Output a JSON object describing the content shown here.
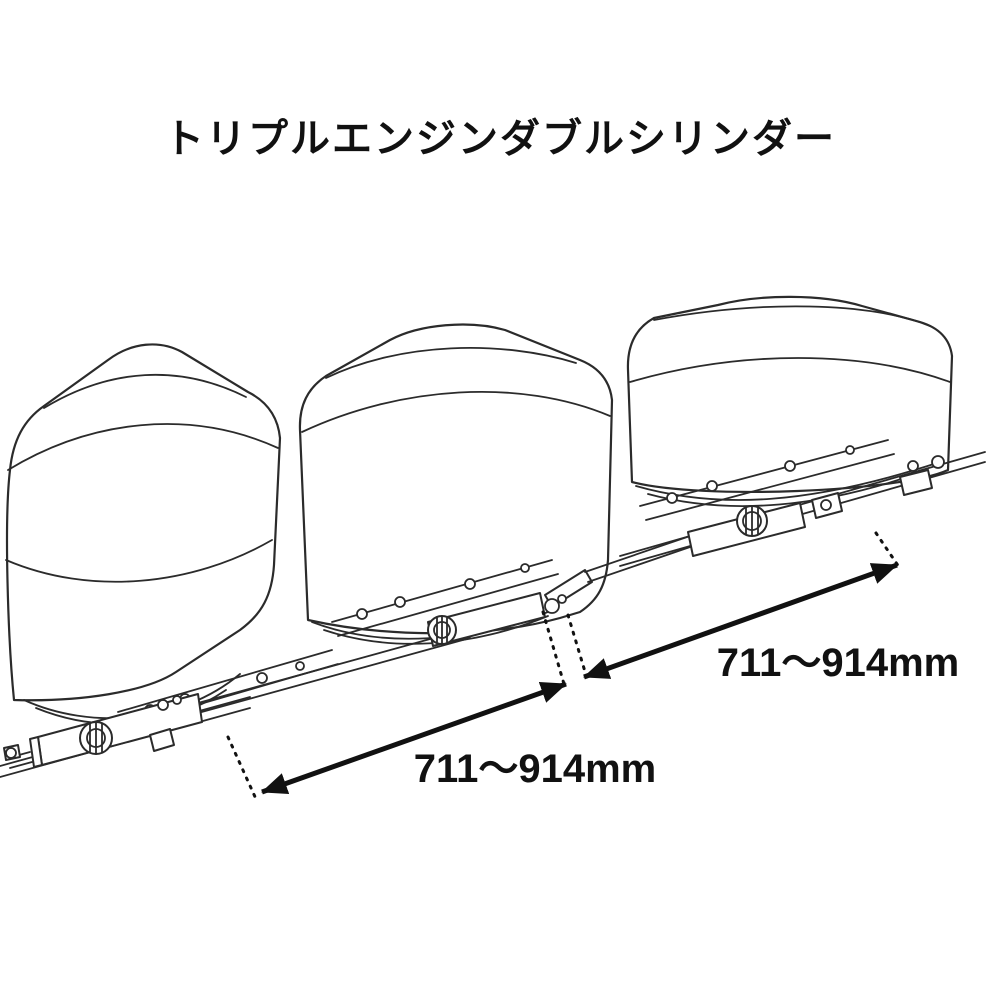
{
  "title": "トリプルエンジンダブルシリンダー",
  "dimensions": {
    "lower_label": "711〜914mm",
    "upper_label": "711〜914mm"
  }
}
